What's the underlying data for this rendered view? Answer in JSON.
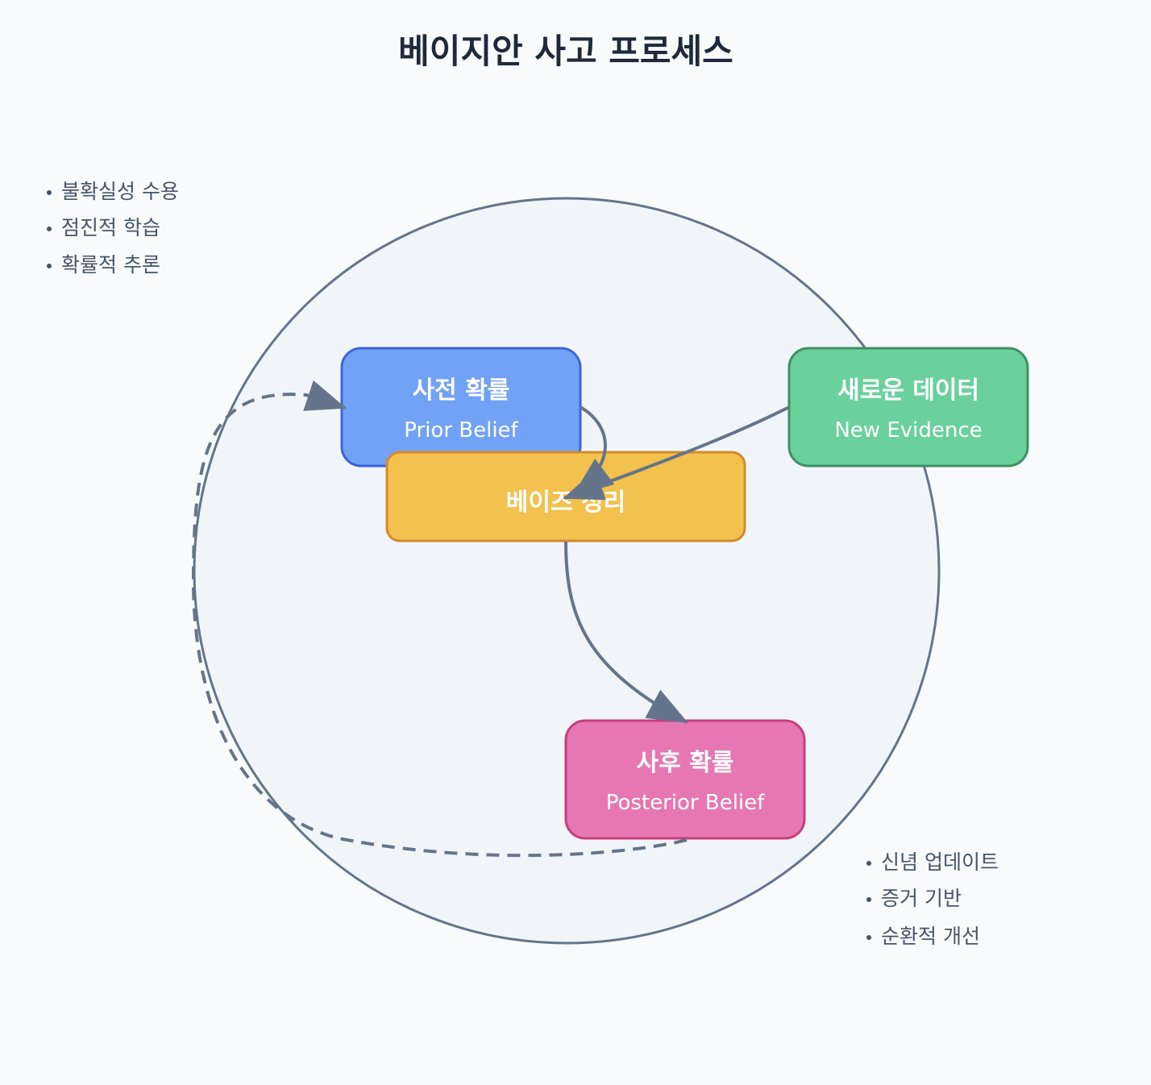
{
  "title": "베이지안 사고 프로세스",
  "colors": {
    "background": "#f8fafc",
    "circle_fill": "#f1f5f9",
    "circle_stroke": "#64748b",
    "arrow": "#64748b",
    "prior_fill": "#72a2f5",
    "prior_stroke": "#3b64dc",
    "evidence_fill": "#6bd19c",
    "evidence_stroke": "#3f8f67",
    "bayes_fill": "#f2c14e",
    "bayes_stroke": "#d48a2b",
    "posterior_fill": "#e677b3",
    "posterior_stroke": "#c83e7c"
  },
  "nodes": {
    "prior": {
      "title": "사전 확률",
      "subtitle": "Prior Belief"
    },
    "evidence": {
      "title": "새로운 데이터",
      "subtitle": "New Evidence"
    },
    "bayes": {
      "title": "베이즈 정리"
    },
    "posterior": {
      "title": "사후 확률",
      "subtitle": "Posterior Belief"
    }
  },
  "notes_left": [
    "불확실성 수용",
    "점진적 학습",
    "확률적 추론"
  ],
  "notes_right": [
    "신념 업데이트",
    "증거 기반",
    "순환적 개선"
  ]
}
